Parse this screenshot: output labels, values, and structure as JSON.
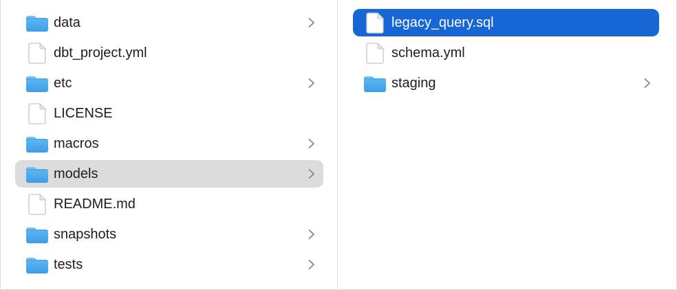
{
  "app": {
    "name": "Finder column view"
  },
  "colors": {
    "selection_blue": "#1667d5",
    "selection_gray": "#dcdcdc",
    "text": "#1d1d1f",
    "selected_text": "#ffffff",
    "divider": "#dcdcdc",
    "chevron_gray": "#868686",
    "folder_blue_top": "#7dcbf8",
    "folder_blue_bottom": "#3f9de7"
  },
  "columns": [
    {
      "name": "left",
      "items": [
        {
          "label": "data",
          "icon": "folder",
          "chevron": true,
          "selected": null
        },
        {
          "label": "dbt_project.yml",
          "icon": "file",
          "chevron": false,
          "selected": null
        },
        {
          "label": "etc",
          "icon": "folder",
          "chevron": true,
          "selected": null
        },
        {
          "label": "LICENSE",
          "icon": "file",
          "chevron": false,
          "selected": null
        },
        {
          "label": "macros",
          "icon": "folder",
          "chevron": true,
          "selected": null
        },
        {
          "label": "models",
          "icon": "folder",
          "chevron": true,
          "selected": "secondary"
        },
        {
          "label": "README.md",
          "icon": "file",
          "chevron": false,
          "selected": null
        },
        {
          "label": "snapshots",
          "icon": "folder",
          "chevron": true,
          "selected": null
        },
        {
          "label": "tests",
          "icon": "folder",
          "chevron": true,
          "selected": null
        }
      ]
    },
    {
      "name": "right",
      "items": [
        {
          "label": "legacy_query.sql",
          "icon": "file",
          "chevron": false,
          "selected": "primary"
        },
        {
          "label": "schema.yml",
          "icon": "file",
          "chevron": false,
          "selected": null
        },
        {
          "label": "staging",
          "icon": "folder",
          "chevron": true,
          "selected": null
        }
      ]
    }
  ]
}
